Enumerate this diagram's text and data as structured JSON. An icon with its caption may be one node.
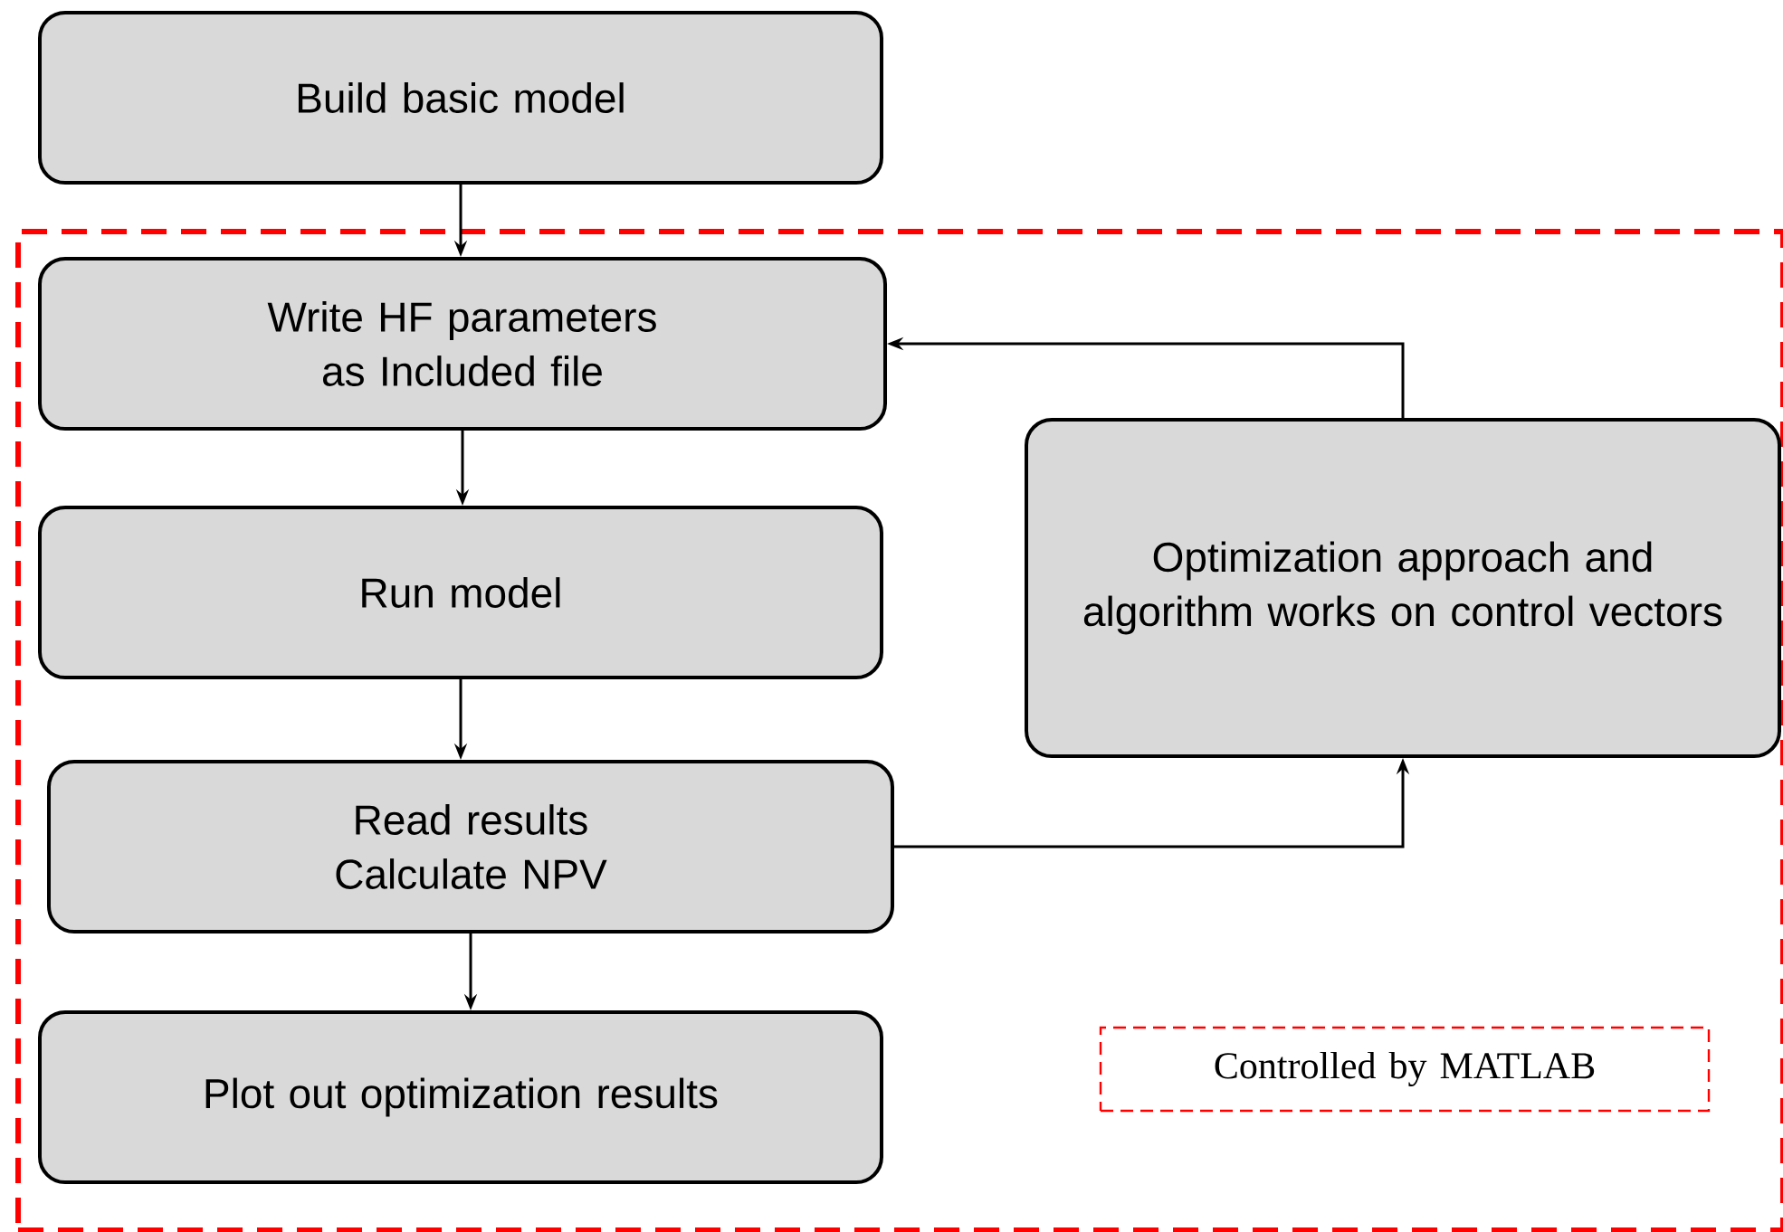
{
  "diagram": {
    "nodes": [
      {
        "text": [
          "Build basic model"
        ]
      },
      {
        "text": [],
        "shape": "box"
      },
      {
        "text": [
          "Write HF parameters as Included file"
        ],
        "in": 1
      },
      {
        "text": [
          "Run model"
        ],
        "in": 1
      },
      {
        "text": [
          "Read results Calculate NPV"
        ],
        "in": 1
      },
      {
        "text": [
          "Plot out optimization results"
        ],
        "in": 1
      },
      {
        "text": [
          "Optimization approach and algorithm works on control vectors"
        ],
        "in": 1
      },
      {
        "text": [
          "Controlled by MATLAB"
        ],
        "in": 1
      }
    ],
    "edges": [
      {
        "from": 0,
        "to": 2,
        "arrow": "to"
      },
      {
        "from": 2,
        "to": 3,
        "arrow": "to"
      },
      {
        "from": 3,
        "to": 4,
        "arrow": "to"
      },
      {
        "from": 4,
        "to": 5,
        "arrow": "to"
      },
      {
        "from": 4,
        "to": 6,
        "arrow": "to"
      },
      {
        "from": 6,
        "to": 2,
        "arrow": "to"
      }
    ]
  }
}
